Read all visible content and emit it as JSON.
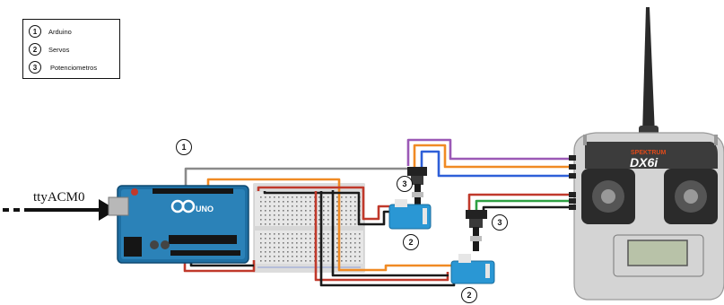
{
  "legend": {
    "items": [
      {
        "number": "1",
        "label": "Arduino"
      },
      {
        "number": "2",
        "label": "Servos"
      },
      {
        "number": "3",
        "label": "Potenciometros"
      }
    ]
  },
  "port_label": "ttyACM0",
  "callouts": {
    "arduino": "1",
    "servo_top": "2",
    "servo_bottom": "2",
    "pot_top": "3",
    "pot_bottom": "3"
  },
  "arduino_board": {
    "brand": "UNO"
  },
  "transmitter": {
    "brand": "SPEKTRUM",
    "model": "DX6i"
  },
  "wire_colors": {
    "purple": "#9b59b6",
    "orange": "#f08a24",
    "blue": "#2e5fd8",
    "gray": "#8a8a8a",
    "red": "#c0392b",
    "black": "#1a1a1a",
    "green": "#2ea043"
  }
}
